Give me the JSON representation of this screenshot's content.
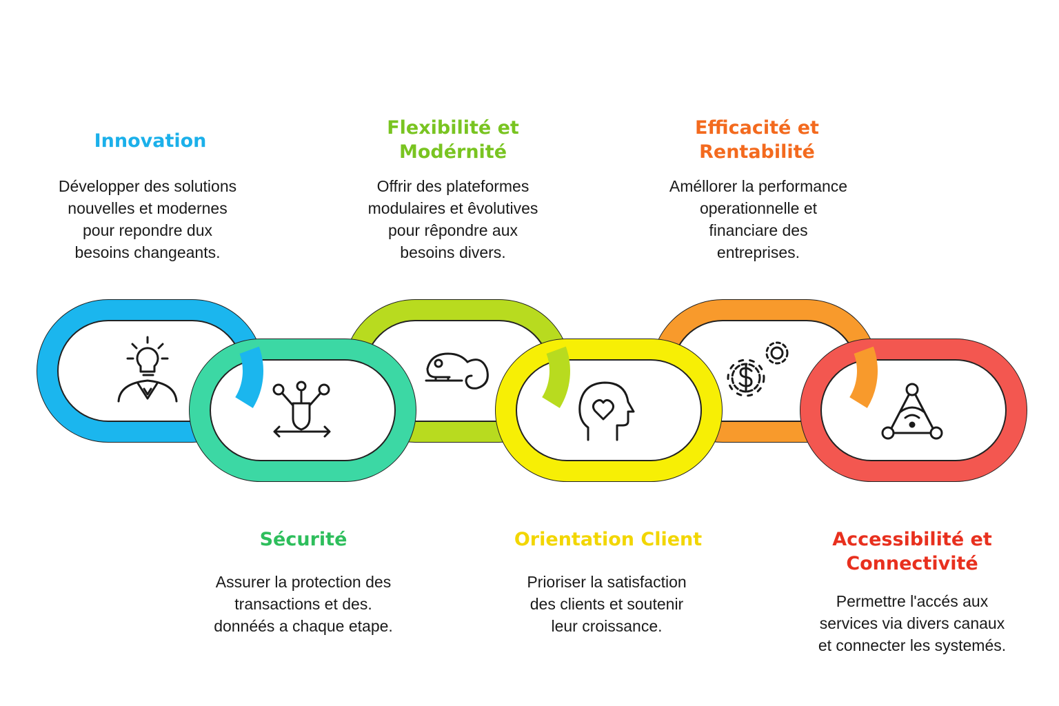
{
  "items": [
    {
      "title": "Innovation",
      "description": "Développer des solutions\nnouvelles et modernes\npour repondre dux\nbesoins changeants.",
      "color": "#1BB6EE",
      "icon": "idea-person-icon"
    },
    {
      "title": "Sécurité",
      "description": "Assurer la protection des\ntransactions et des.\ndonnéés a chaque etape.",
      "color": "#3CD8A4",
      "icon": "shield-network-icon"
    },
    {
      "title": "Flexibilité et\nModérnité",
      "description": "Offrir des plateformes\nmodulaires et êvolutives\npour rêpondre aux\nbesoins divers.",
      "color": "#B8DB1F",
      "icon": "chameleon-icon"
    },
    {
      "title": "Orientation Client",
      "description": "Prioriser la satisfaction\ndes clients et soutenir\nleur croissance.",
      "color": "#F7EF05",
      "icon": "head-heart-icon"
    },
    {
      "title": "Efficacité et\nRentabilité",
      "description": "Améllorer la performance\noperationnelle et\nfinanciare des\nentreprises.",
      "color": "#F89A2C",
      "icon": "dollar-gears-icon"
    },
    {
      "title": "Accessibilité et\nConnectivité",
      "description": "Permettre l'accés aux\nservices via divers canaux\net connecter les systemés.",
      "color": "#F35750",
      "icon": "network-wifi-icon"
    }
  ],
  "title_colors": {
    "innovation": "#1BB0EA",
    "securite": "#2EBE5C",
    "flexibilite": "#79C421",
    "orientation": "#F2D600",
    "efficacite": "#F36A1E",
    "accessibilite": "#E8301E"
  }
}
